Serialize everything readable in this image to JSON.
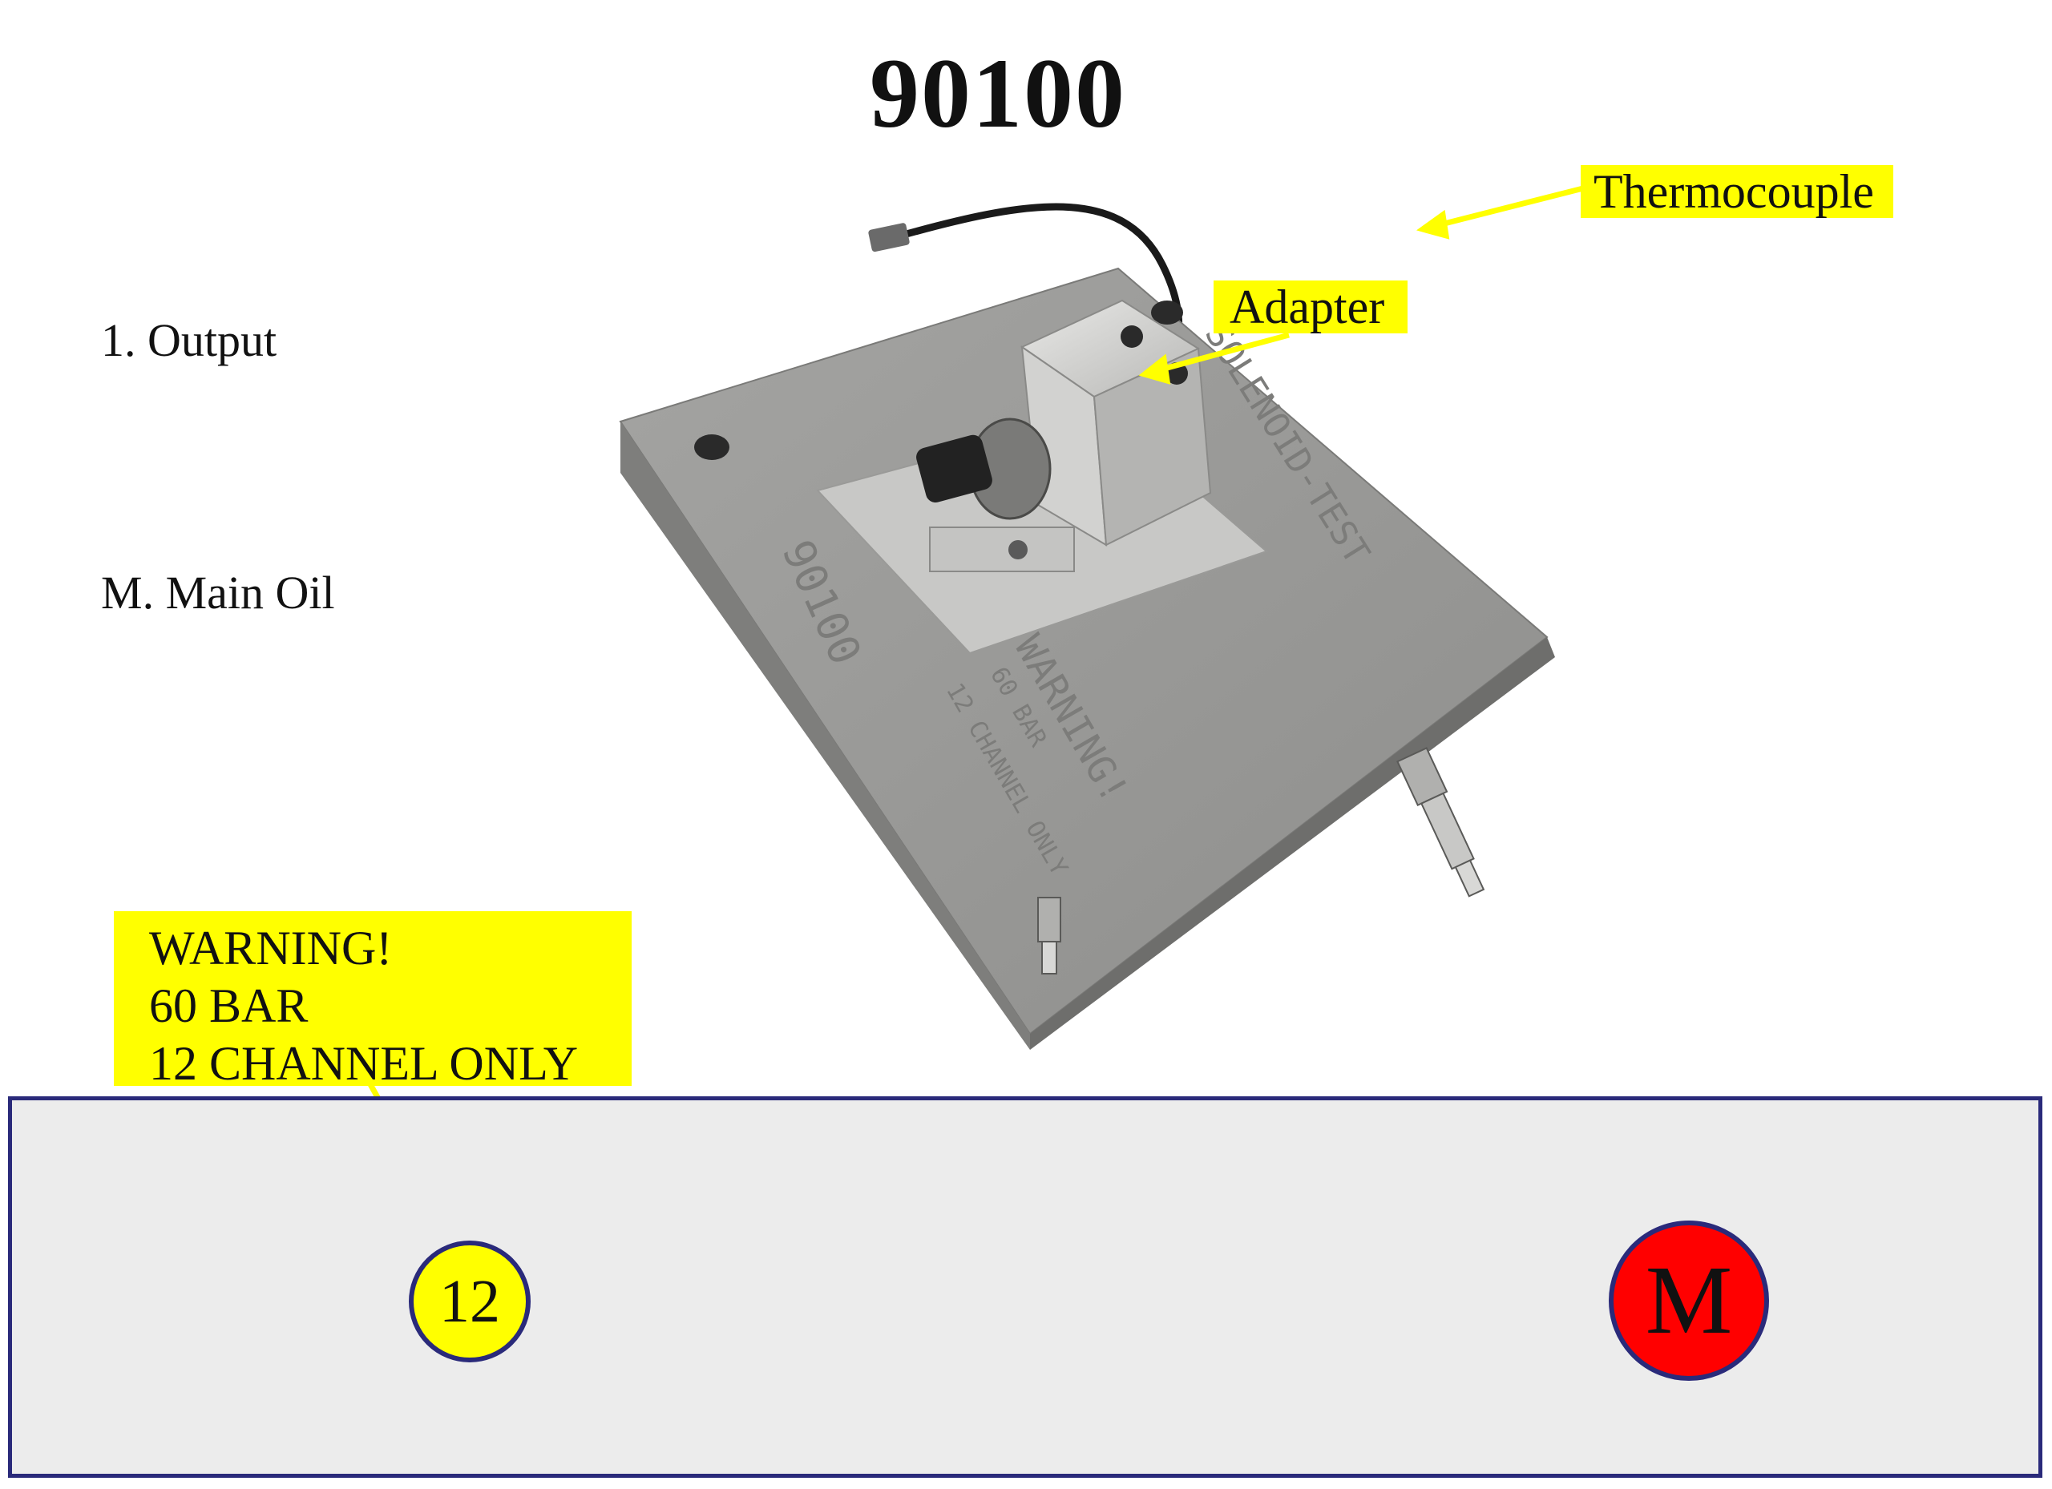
{
  "title": "90100",
  "legend": {
    "output": "1. Output",
    "main_oil": "M. Main Oil"
  },
  "callouts": {
    "thermocouple": "Thermocouple",
    "adapter": "Adapter",
    "warning_lines": [
      "WARNING!",
      "60 BAR",
      "12 CHANNEL ONLY"
    ]
  },
  "device_engravings": {
    "model": "90100",
    "name": "SOLENOID-TEST",
    "warning": "WARNING!",
    "pressure": "60 BAR",
    "channel": "12 CHANNEL ONLY"
  },
  "ports": {
    "output_port": "12",
    "main_oil_port": "M"
  },
  "colors": {
    "callout_background": "#ffff00",
    "arrow": "#ffff00",
    "panel_background": "#ececec",
    "panel_border": "#2a2a7a",
    "output_port_fill": "#ffff00",
    "main_oil_port_fill": "#ff0000",
    "device_body": "#9a9a98"
  }
}
